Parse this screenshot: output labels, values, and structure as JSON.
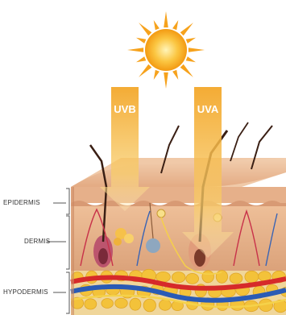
{
  "diagram": {
    "rays": [
      {
        "label": "UVB",
        "color": "#f4b43a"
      },
      {
        "label": "UVA",
        "color": "#f4b43a"
      }
    ],
    "layers": [
      {
        "label": "EPIDERMIS"
      },
      {
        "label": "DERMIS"
      },
      {
        "label": "HYPODERMIS"
      }
    ],
    "colors": {
      "sun": "#f9a51a",
      "epidermis": "#e8b48a",
      "dermis": "#e7b58e",
      "fat": "#f3c23a",
      "artery": "#d62a2a",
      "vein": "#2a5bb5"
    }
  }
}
